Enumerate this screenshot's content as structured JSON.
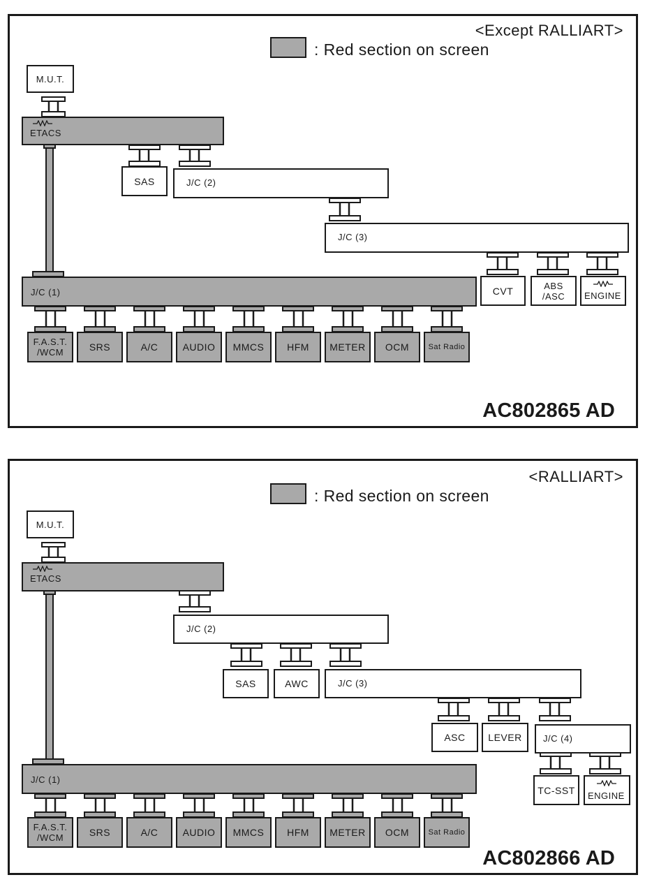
{
  "panels": [
    {
      "variant_label": "<Except RALLIART>",
      "legend_text": ": Red section on screen",
      "figure_code": "AC802865 AD",
      "nodes": {
        "mut": "M.U.T.",
        "etacs": "ETACS",
        "sas": "SAS",
        "jc2": "J/C (2)",
        "jc3": "J/C (3)",
        "jc1": "J/C (1)",
        "cvt": "CVT",
        "abs": "ABS\n/ASC",
        "engine": "ENGINE",
        "fast": "F.A.S.T.\n/WCM",
        "srs": "SRS",
        "ac": "A/C",
        "audio": "AUDIO",
        "mmcs": "MMCS",
        "hfm": "HFM",
        "meter": "METER",
        "ocm": "OCM",
        "satradio": "Sat Radio"
      },
      "red_sections": [
        "ETACS",
        "J/C (1)",
        "F.A.S.T./WCM",
        "SRS",
        "A/C",
        "AUDIO",
        "MMCS",
        "HFM",
        "METER",
        "OCM",
        "Sat Radio"
      ]
    },
    {
      "variant_label": "<RALLIART>",
      "legend_text": ": Red section on screen",
      "figure_code": "AC802866 AD",
      "nodes": {
        "mut": "M.U.T.",
        "etacs": "ETACS",
        "jc2": "J/C (2)",
        "sas": "SAS",
        "awc": "AWC",
        "jc3": "J/C (3)",
        "asc": "ASC",
        "lever": "LEVER",
        "jc4": "J/C (4)",
        "tcsst": "TC-SST",
        "engine": "ENGINE",
        "jc1": "J/C (1)",
        "fast": "F.A.S.T.\n/WCM",
        "srs": "SRS",
        "ac": "A/C",
        "audio": "AUDIO",
        "mmcs": "MMCS",
        "hfm": "HFM",
        "meter": "METER",
        "ocm": "OCM",
        "satradio": "Sat Radio"
      },
      "red_sections": [
        "ETACS",
        "J/C (1)",
        "F.A.S.T./WCM",
        "SRS",
        "A/C",
        "AUDIO",
        "MMCS",
        "HFM",
        "METER",
        "OCM",
        "Sat Radio"
      ]
    }
  ],
  "colors": {
    "red_section_fill": "#a9a9a9",
    "line": "#1a1a1a",
    "background": "#ffffff"
  }
}
